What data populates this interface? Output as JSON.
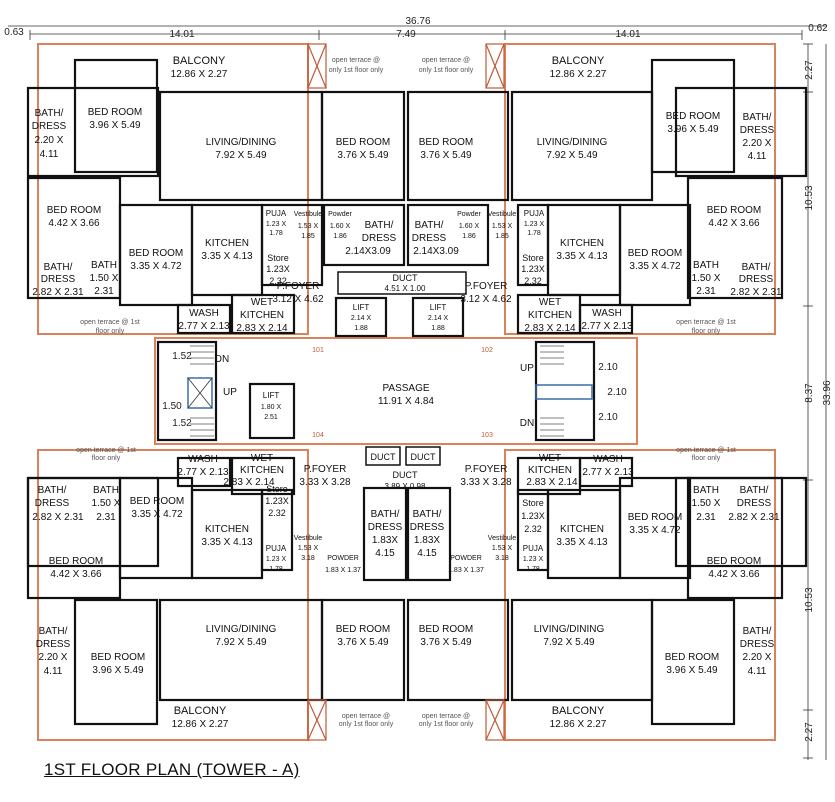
{
  "title": "1ST FLOOR PLAN (TOWER - A)",
  "dims_top": {
    "left_offset": "0.63",
    "overall": "36.76",
    "left": "14.01",
    "middle": "7.49",
    "right": "14.01",
    "right_offset": "0.62"
  },
  "dims_right": {
    "a": "2.27",
    "b": "10.53",
    "c": "8.37",
    "d": "10.53",
    "e": "2.27",
    "overall": "33.96"
  },
  "stair_dims": {
    "a": "1.52",
    "b": "1.50",
    "c": "1.52",
    "d": "2.10",
    "e": "2.10",
    "f": "2.10"
  },
  "labels": {
    "balcony": "BALCONY",
    "balcony_dim": "12.86 X 2.27",
    "living": "LIVING/DINING",
    "living_dim": "7.92 X 5.49",
    "bed": "BED ROOM",
    "bed_a": "3.96 X 5.49",
    "bed_b": "3.76 X 5.49",
    "bed_c": "4.42 X 3.66",
    "bed_d": "3.35 X 4.72",
    "bath_dress": "BATH/",
    "dress": "DRESS",
    "bd_a": "2.20 X",
    "bd_a2": "4.11",
    "bd_b": "2.82 X 2.31",
    "bath": "BATH",
    "bath_dim": "1.50 X",
    "bath_dim2": "2.31",
    "kitchen": "KITCHEN",
    "kitchen_dim": "3.35 X 4.13",
    "puja": "PUJA",
    "puja_dim": "1.23 X",
    "puja_dim2": "1.78",
    "store": "Store",
    "store_dim": "1.23X",
    "store_dim2": "2.32",
    "vestibule": "Vestibule",
    "vest_dim": "1.53 X",
    "vest_dim2": "1.85",
    "vest_dim3": "3.18",
    "powder": "Powder",
    "powder_dim": "1.60 X",
    "powder_dim2": "1.86",
    "powder_caps": "POWDER",
    "powder_dim_b": "1.83 X 1.37",
    "bath_dress_c": "BATH/",
    "dress_c": "DRESS",
    "bdc_top": "2.14X3.09",
    "bdc_a": "1.83X",
    "bdc_b": "4.15",
    "duct": "DUCT",
    "duct_top": "4.51 X 1.00",
    "duct_bot": "3.89 X 0.98",
    "lift": "LIFT",
    "lift_dim": "2.14 X",
    "lift_dim2": "1.88",
    "lift_w": "1.80 X",
    "lift_w2": "2.51",
    "foyer": "P.FOYER",
    "foyer_top": "3.12 X 4.62",
    "foyer_bot": "3.33 X 3.28",
    "wash": "WASH",
    "wash_dim": "2.77 X 2.13",
    "wet": "WET",
    "wet_kitchen": "KITCHEN",
    "wet_dim": "2.83 X 2.14",
    "passage": "PASSAGE",
    "passage_dim": "11.91 X 4.84",
    "dn": "DN",
    "up": "UP",
    "terrace": "open terrace @",
    "terrace2": "only 1st floor only",
    "terrace_side": "open terrace @ 1st",
    "terrace_side2": "floor only",
    "flat_101": "101",
    "flat_102": "102",
    "flat_103": "103",
    "flat_104": "104"
  }
}
